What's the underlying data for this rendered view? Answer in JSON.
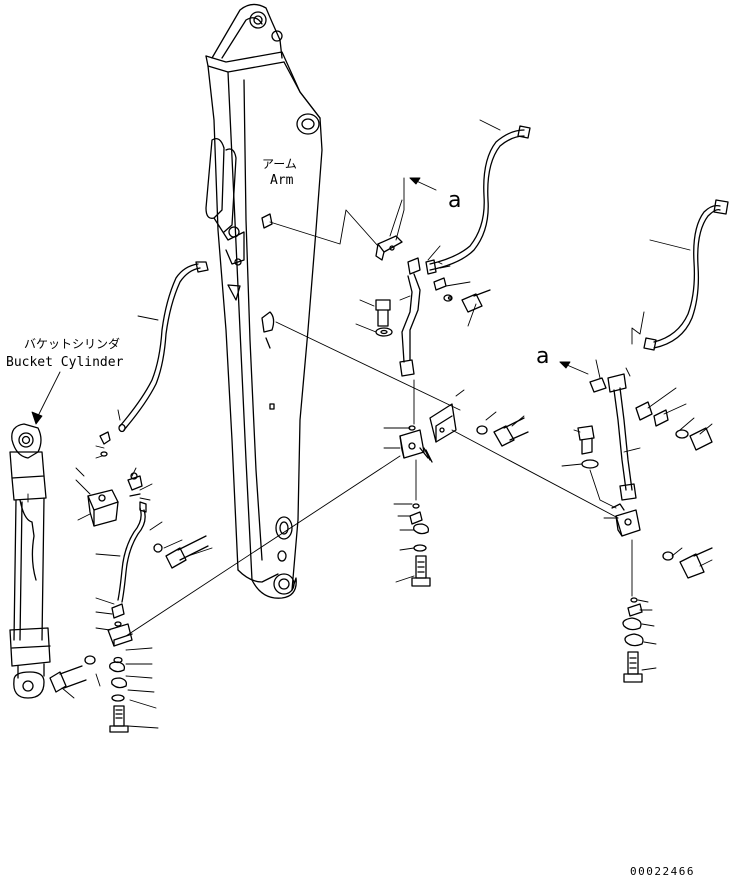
{
  "labels": {
    "arm_jp": "アーム",
    "arm_en": "Arm",
    "bucket_cylinder_jp": "バケットシリンダ",
    "bucket_cylinder_en": "Bucket Cylinder",
    "ref_a_top": "a",
    "ref_a_right": "a",
    "figure_code": "00022466"
  },
  "colors": {
    "line": "#000000",
    "background": "#ffffff"
  }
}
